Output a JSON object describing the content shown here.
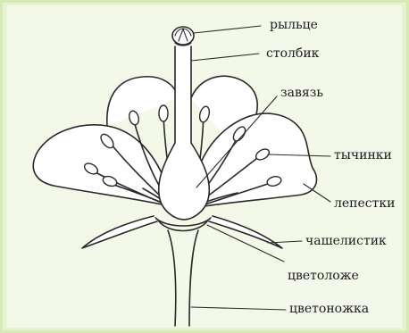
{
  "labels": {
    "stigma": "рыльце",
    "style": "столбик",
    "ovary": "завязь",
    "stamens": "тычинки",
    "petals": "лепестки",
    "sepal": "чашелистик",
    "receptacle": "цветоложе",
    "pedicel": "цветоножка"
  },
  "colors": {
    "background": "#e6f3cf",
    "panel": "#f3f8e8",
    "ink": "#2a2a2a"
  }
}
